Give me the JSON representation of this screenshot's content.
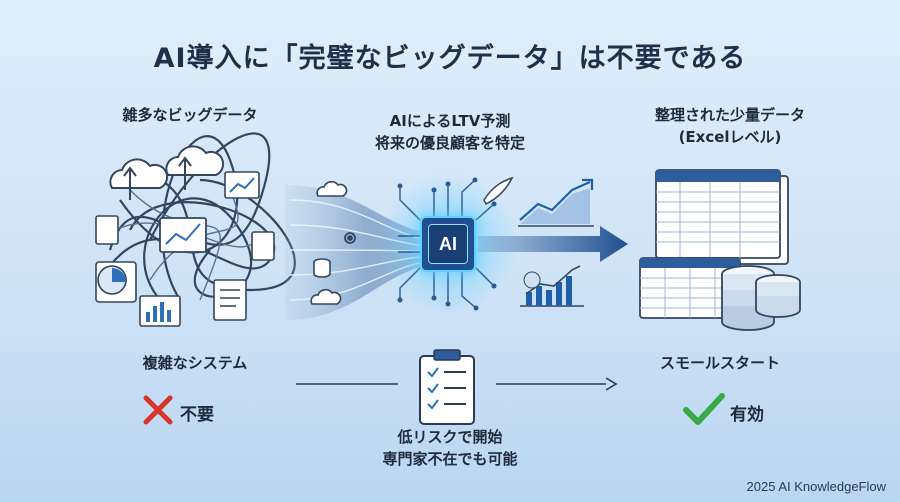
{
  "title": "AI導入に「完璧なビッグデータ」は不要である",
  "left": {
    "heading": "雑多なビッグデータ",
    "caption": "複雑なシステム",
    "verdict": "不要",
    "verdict_icon": "cross-icon",
    "verdict_color": "#d9342b"
  },
  "center": {
    "heading_line1": "AIによるLTV予測",
    "heading_line2": "将来の優良顧客を特定",
    "chip_label": "AI",
    "caption_line1": "低リスクで開始",
    "caption_line2": "専門家不在でも可能"
  },
  "right": {
    "heading_line1": "整理された少量データ",
    "heading_line2": "(Excelレベル)",
    "caption": "スモールスタート",
    "verdict": "有効",
    "verdict_icon": "check-icon",
    "verdict_color": "#3aa845"
  },
  "footer": "2025 AI KnowledgeFlow",
  "colors": {
    "accent": "#1f5fa8",
    "chip_glow": "#5fd0ff",
    "dark_navy": "#1f3049"
  }
}
